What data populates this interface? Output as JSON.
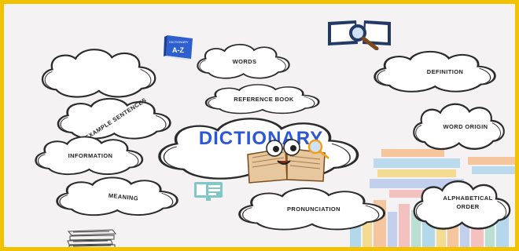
{
  "diagram": {
    "center": "DICTIONARY",
    "nodes": {
      "words": "WORDS",
      "definition": "DEFINITION",
      "reference_book": "REFERENCE BOOK",
      "example_sentences": "EXAMPLE SENTENCES",
      "word_origin": "WORD ORIGIN",
      "information": "INFORMATION",
      "meaning": "MEANING",
      "pronunciation": "PRONUNCIATION",
      "alphabetical_order": "ALPHABETICAL ORDER"
    },
    "book_cover_text": "A-Z",
    "book_spine_text": "DICTIONARY"
  },
  "colors": {
    "border": "#f2c200",
    "background": "#f4f2f2",
    "title": "#2b57d6",
    "question_mark": "#d9222a",
    "dictionary_book": "#2e5fcf"
  },
  "icons": [
    "question-mark-icon",
    "dictionary-book-icon",
    "open-book-magnifier-icon",
    "book-character-icon",
    "document-icon",
    "book-stack-icon",
    "bookshelf-illustration"
  ]
}
